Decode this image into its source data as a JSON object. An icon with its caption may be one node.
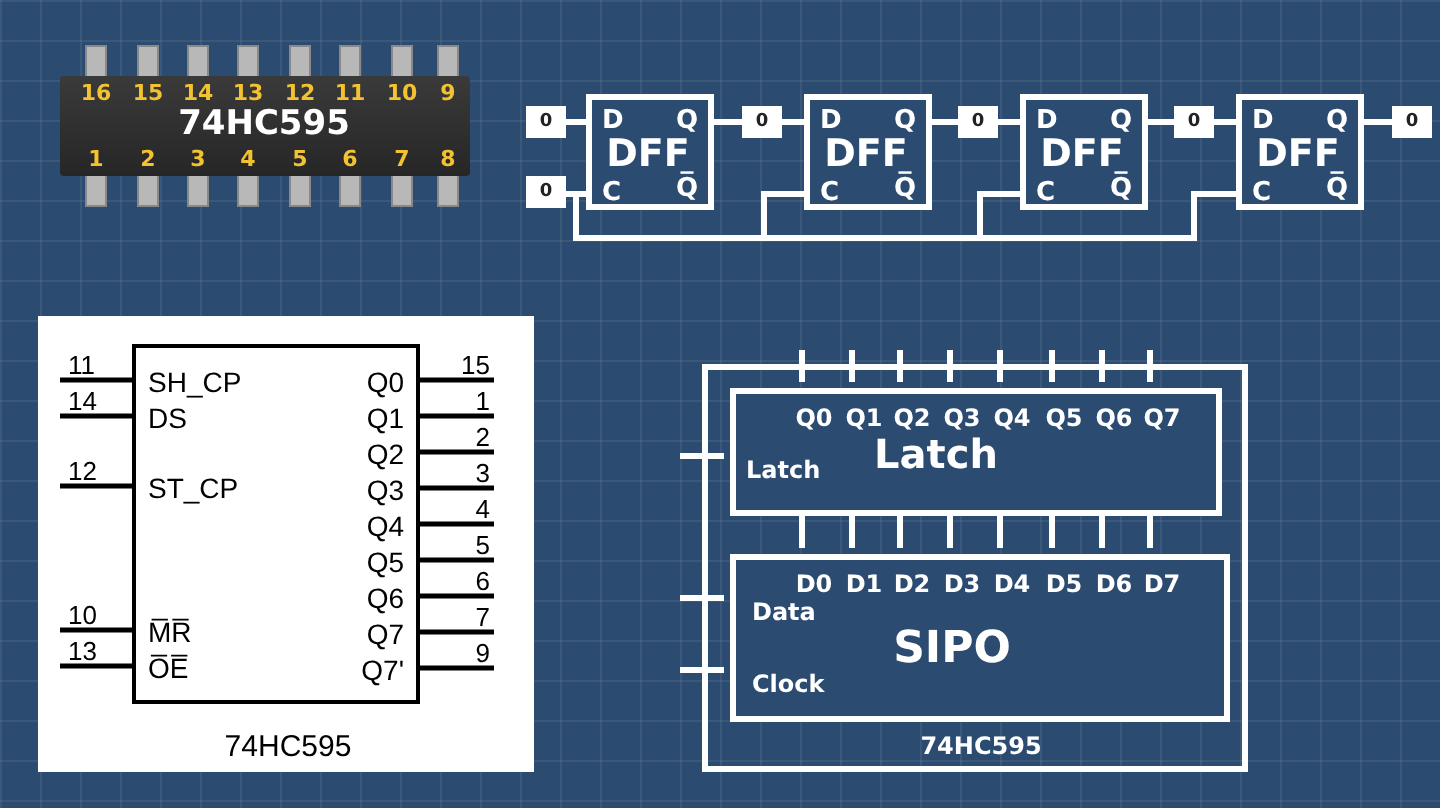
{
  "diagram": {
    "nodes": [
      {
        "text": [
          "16",
          "15",
          "14",
          "13",
          "12",
          "11",
          "10",
          "9",
          "74HC595",
          "1",
          "2",
          "3",
          "4",
          "5",
          "6",
          "7",
          "8"
        ]
      },
      {
        "text": [
          "0"
        ]
      },
      {
        "text": [
          "0"
        ]
      },
      {
        "text": [
          "D",
          "Q",
          "DFF",
          "C",
          "Q̅"
        ]
      },
      {
        "text": [
          "0"
        ]
      },
      {
        "text": [
          "D",
          "Q",
          "DFF",
          "C",
          "Q̅"
        ]
      },
      {
        "text": [
          "0"
        ]
      },
      {
        "text": [
          "D",
          "Q",
          "DFF",
          "C",
          "Q̅"
        ]
      },
      {
        "text": [
          "0"
        ]
      },
      {
        "text": [
          "D",
          "Q",
          "DFF",
          "C",
          "Q̅"
        ]
      },
      {
        "text": [
          "0"
        ]
      },
      {
        "text": [
          "SH_CP",
          "DS",
          "ST_CP",
          "M̅R̅",
          "O̅E̅",
          "Q0",
          "Q1",
          "Q2",
          "Q3",
          "Q4",
          "Q5",
          "Q6",
          "Q7",
          "Q7'"
        ],
        "beside": [
          "74HC595"
        ]
      },
      {
        "text": [
          "74HC595"
        ]
      },
      {
        "text": [
          "Q0",
          "Q1",
          "Q2",
          "Q3",
          "Q4",
          "Q5",
          "Q6",
          "Q7",
          "Latch",
          "Latch"
        ],
        "in": 12
      },
      {
        "text": [
          "D0",
          "D1",
          "D2",
          "D3",
          "D4",
          "D5",
          "D6",
          "D7",
          "Data",
          "SIPO",
          "Clock"
        ],
        "in": 12
      }
    ],
    "edges": [
      {
        "from": 1,
        "to": 3,
        "arrow": "none"
      },
      {
        "from": 2,
        "to": 3,
        "arrow": "none"
      },
      {
        "from": 3,
        "to": 4,
        "arrow": "none"
      },
      {
        "from": 4,
        "to": 5,
        "arrow": "none"
      },
      {
        "from": 2,
        "to": 5,
        "arrow": "none"
      },
      {
        "from": 5,
        "to": 6,
        "arrow": "none"
      },
      {
        "from": 6,
        "to": 7,
        "arrow": "none"
      },
      {
        "from": 2,
        "to": 7,
        "arrow": "none"
      },
      {
        "from": 7,
        "to": 8,
        "arrow": "none"
      },
      {
        "from": 8,
        "to": 9,
        "arrow": "none"
      },
      {
        "from": 2,
        "to": 9,
        "arrow": "none"
      },
      {
        "from": 9,
        "to": 10,
        "arrow": "none"
      },
      {
        "from": 14,
        "to": 13,
        "arrow": "none"
      },
      {
        "from": 14,
        "to": 13,
        "arrow": "none"
      },
      {
        "from": 14,
        "to": 13,
        "arrow": "none"
      },
      {
        "from": 14,
        "to": 13,
        "arrow": "none"
      },
      {
        "from": 14,
        "to": 13,
        "arrow": "none"
      },
      {
        "from": 14,
        "to": 13,
        "arrow": "none"
      },
      {
        "from": 14,
        "to": 13,
        "arrow": "none"
      },
      {
        "from": 14,
        "to": 13,
        "arrow": "none"
      }
    ],
    "labels": [
      "11",
      "14",
      "12",
      "10",
      "13",
      "15",
      "1",
      "2",
      "3",
      "4",
      "5",
      "6",
      "7",
      "9"
    ]
  }
}
